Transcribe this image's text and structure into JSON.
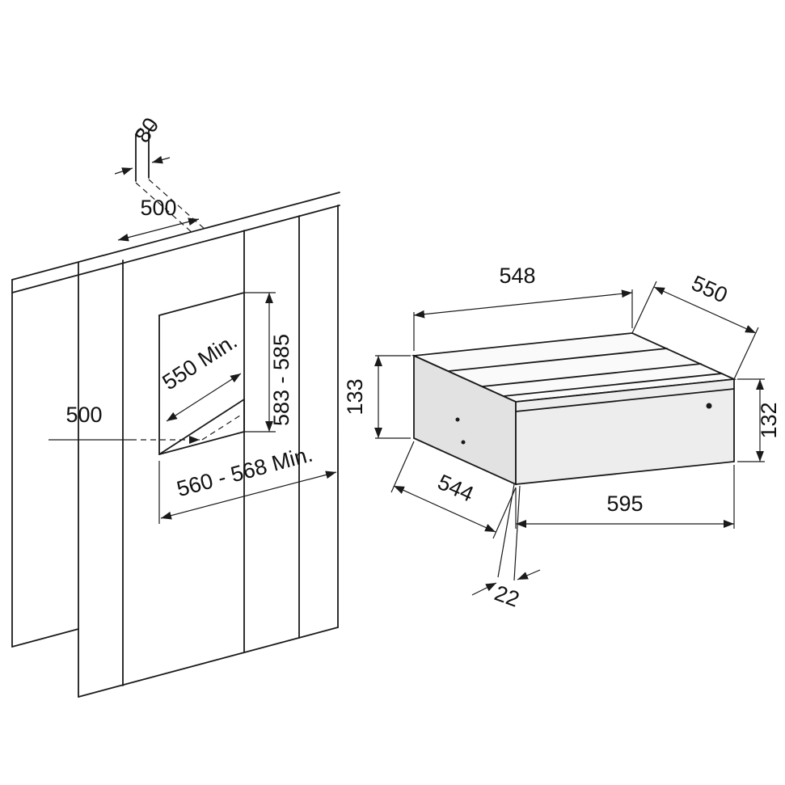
{
  "left_diagram": {
    "name": "niche-installation-view",
    "labels": {
      "vent_width": "80",
      "top_depth": "500",
      "niche_depth": "550 Min.",
      "niche_height": "583 - 585",
      "side_clearance": "500",
      "niche_width": "560 - 568 Min."
    }
  },
  "right_diagram": {
    "name": "appliance-dimensions-view",
    "labels": {
      "depth_top": "548",
      "depth_overall": "550",
      "height_left": "133",
      "height_right": "132",
      "depth_bottom": "544",
      "width": "595",
      "front_thickness": "22"
    }
  }
}
